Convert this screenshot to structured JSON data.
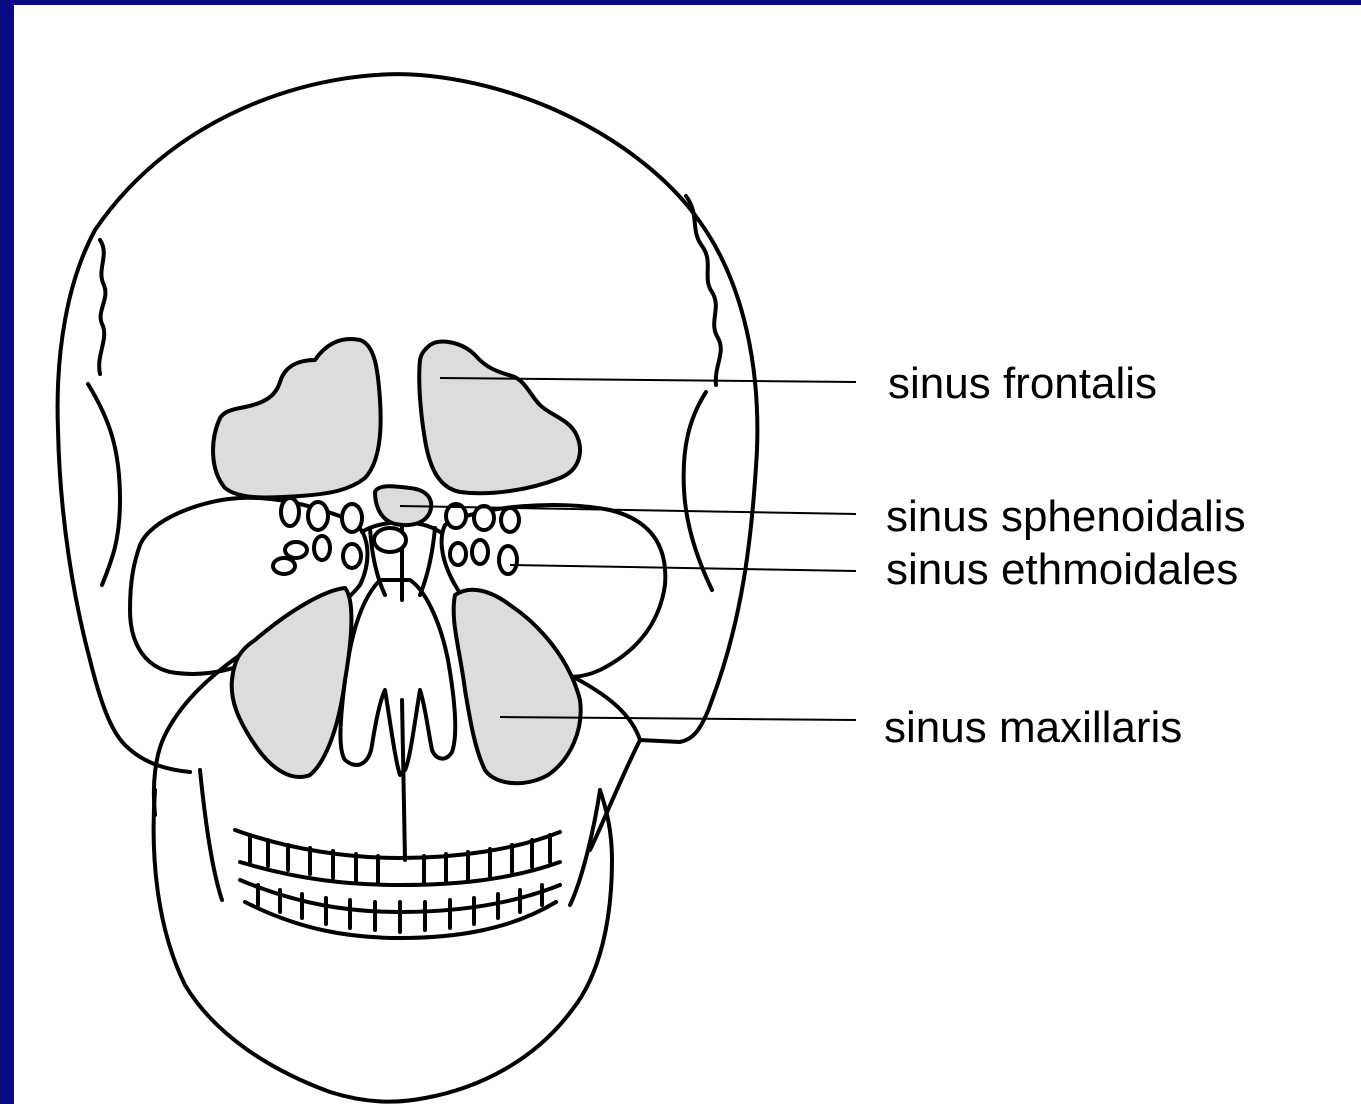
{
  "colors": {
    "frame": "#0a0a82",
    "sinus_fill": "#dcdcdc",
    "outline": "#000000"
  },
  "labels": {
    "frontalis": "sinus frontalis",
    "sphenoidalis": "sinus sphenoidalis",
    "ethmoidales": "sinus ethmoidales",
    "maxillaris": "sinus maxillaris"
  }
}
